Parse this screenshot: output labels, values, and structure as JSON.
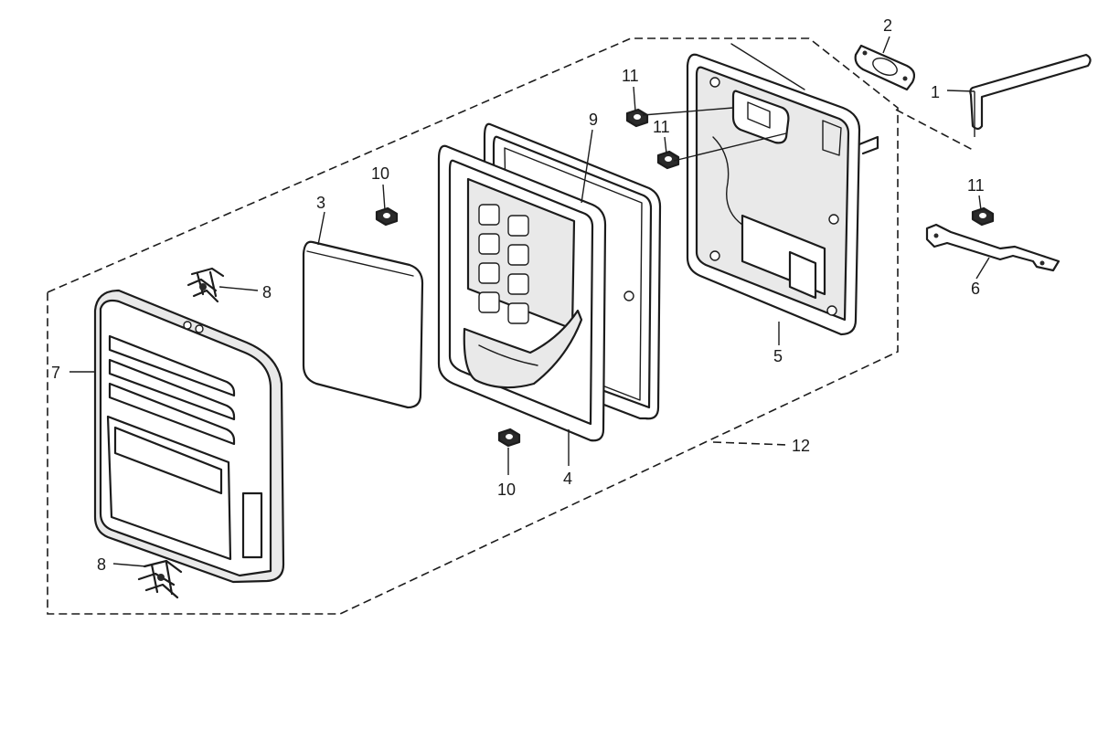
{
  "callouts": {
    "c1": "1",
    "c2": "2",
    "c3": "3",
    "c4": "4",
    "c5": "5",
    "c6": "6",
    "c7": "7",
    "c8a": "8",
    "c8b": "8",
    "c9": "9",
    "c10a": "10",
    "c10b": "10",
    "c11a": "11",
    "c11b": "11",
    "c11c": "11",
    "c12": "12"
  }
}
